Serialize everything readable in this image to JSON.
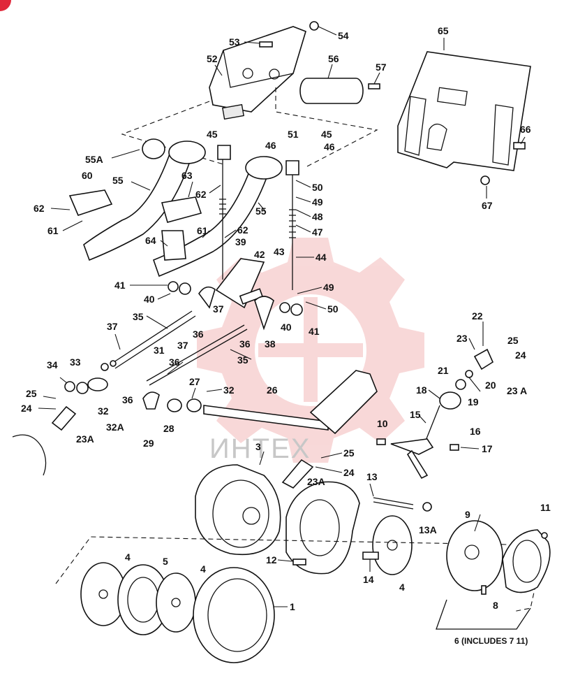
{
  "watermark": "ИНТЕХ",
  "includes_note": "6 (INCLUDES 7 11)",
  "callouts": {
    "c1": "1",
    "c3": "3",
    "c4a": "4",
    "c4b": "4",
    "c4c": "4",
    "c5": "5",
    "c8": "8",
    "c9": "9",
    "c10": "10",
    "c11": "11",
    "c12": "12",
    "c13": "13",
    "c13a": "13A",
    "c14": "14",
    "c15": "15",
    "c16": "16",
    "c17": "17",
    "c18": "18",
    "c19": "19",
    "c20": "20",
    "c21": "21",
    "c22": "22",
    "c23": "23",
    "c23a1": "23A",
    "c23a2": "23A",
    "c23a3": "23 A",
    "c24a": "24",
    "c24b": "24",
    "c24c": "24",
    "c25a": "25",
    "c25b": "25",
    "c25c": "25",
    "c26": "26",
    "c27": "27",
    "c28": "28",
    "c29": "29",
    "c31": "31",
    "c32a": "32",
    "c32b": "32",
    "c32c": "32A",
    "c33": "33",
    "c34": "34",
    "c35a": "35",
    "c35b": "35",
    "c36a": "36",
    "c36b": "36",
    "c36c": "36",
    "c36d": "36",
    "c37a": "37",
    "c37b": "37",
    "c37c": "37",
    "c38": "38",
    "c39": "39",
    "c40a": "40",
    "c40b": "40",
    "c41a": "41",
    "c41b": "41",
    "c42": "42",
    "c43": "43",
    "c44": "44",
    "c45a": "45",
    "c45b": "45",
    "c46a": "46",
    "c46b": "46",
    "c47": "47",
    "c48": "48",
    "c49a": "49",
    "c49b": "49",
    "c50a": "50",
    "c50b": "50",
    "c51": "51",
    "c52": "52",
    "c53": "53",
    "c54": "54",
    "c55": "55",
    "c55b": "55",
    "c55a": "55A",
    "c56": "56",
    "c57": "57",
    "c60": "60",
    "c61a": "61",
    "c61b": "61",
    "c62a": "62",
    "c62b": "62",
    "c62c": "62",
    "c63": "63",
    "c64": "64",
    "c65": "65",
    "c66": "66",
    "c67": "67"
  },
  "colors": {
    "ink": "#111111",
    "watermark_red": "#f3b9b9",
    "badge_red": "#e0273a"
  }
}
